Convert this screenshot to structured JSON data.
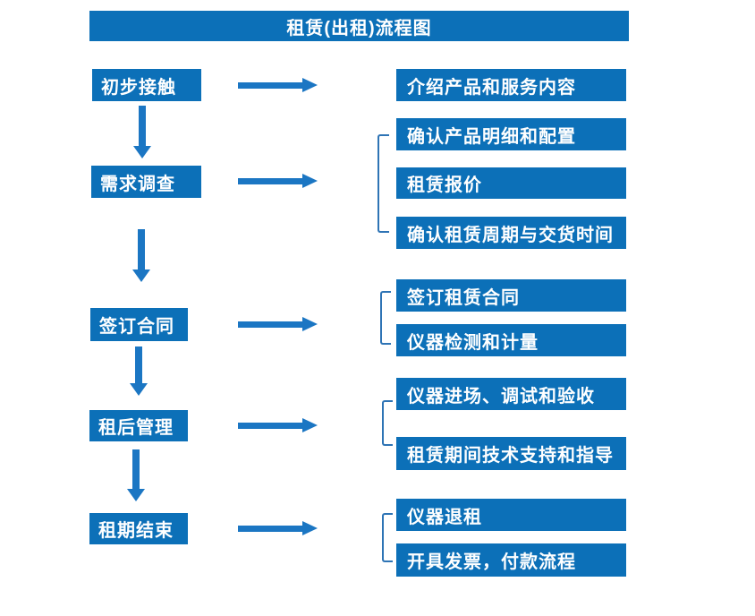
{
  "title": "租赁(出租)流程图",
  "colors": {
    "box": "#0C70B8",
    "arrow": "#1B76C3",
    "bracket": "#2E74B5"
  },
  "steps": [
    {
      "label": "初步接触",
      "items": [
        "介绍产品和服务内容"
      ]
    },
    {
      "label": "需求调查",
      "items": [
        "确认产品明细和配置",
        "租赁报价",
        "确认租赁周期与交货时间"
      ]
    },
    {
      "label": "签订合同",
      "items": [
        "签订租赁合同",
        "仪器检测和计量"
      ]
    },
    {
      "label": "租后管理",
      "items": [
        "仪器进场、调试和验收",
        "租赁期间技术支持和指导"
      ]
    },
    {
      "label": "租期结束",
      "items": [
        "仪器退租",
        "开具发票，付款流程"
      ]
    }
  ]
}
